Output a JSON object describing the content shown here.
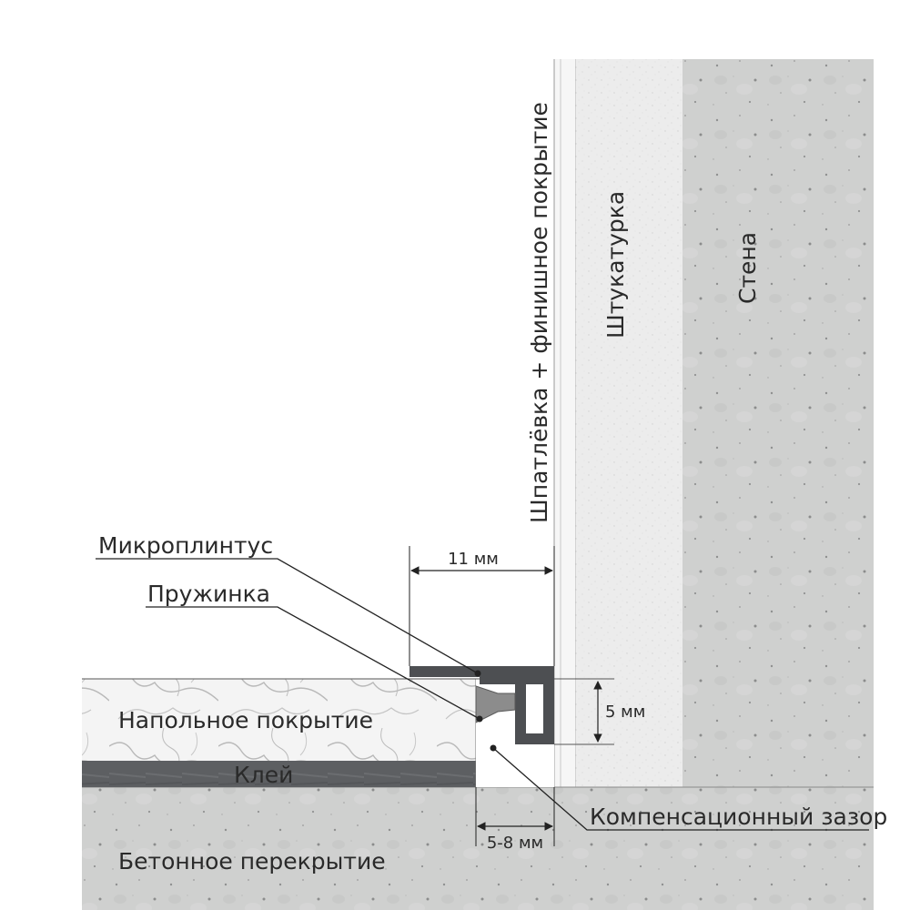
{
  "labels": {
    "skirting": "Микроплинтус",
    "spring": "Пружинка",
    "floor_covering": "Напольное покрытие",
    "glue": "Клей",
    "concrete_slab": "Бетонное перекрытие",
    "compensation_gap": "Компенсационный зазор",
    "putty_finish": "Шпатлёвка + финишное покрытие",
    "plaster": "Штукатурка",
    "wall": "Стена"
  },
  "dimensions": {
    "width_11": "11 мм",
    "height_5": "5 мм",
    "gap_5_8": "5-8 мм"
  },
  "colors": {
    "concrete": "#cfd0cf",
    "plaster": "#ededed",
    "putty": "#f6f6f6",
    "glue": "#5d5f62",
    "profile": "#4d4f52",
    "spring": "#8c8c8c",
    "line": "#222222"
  }
}
